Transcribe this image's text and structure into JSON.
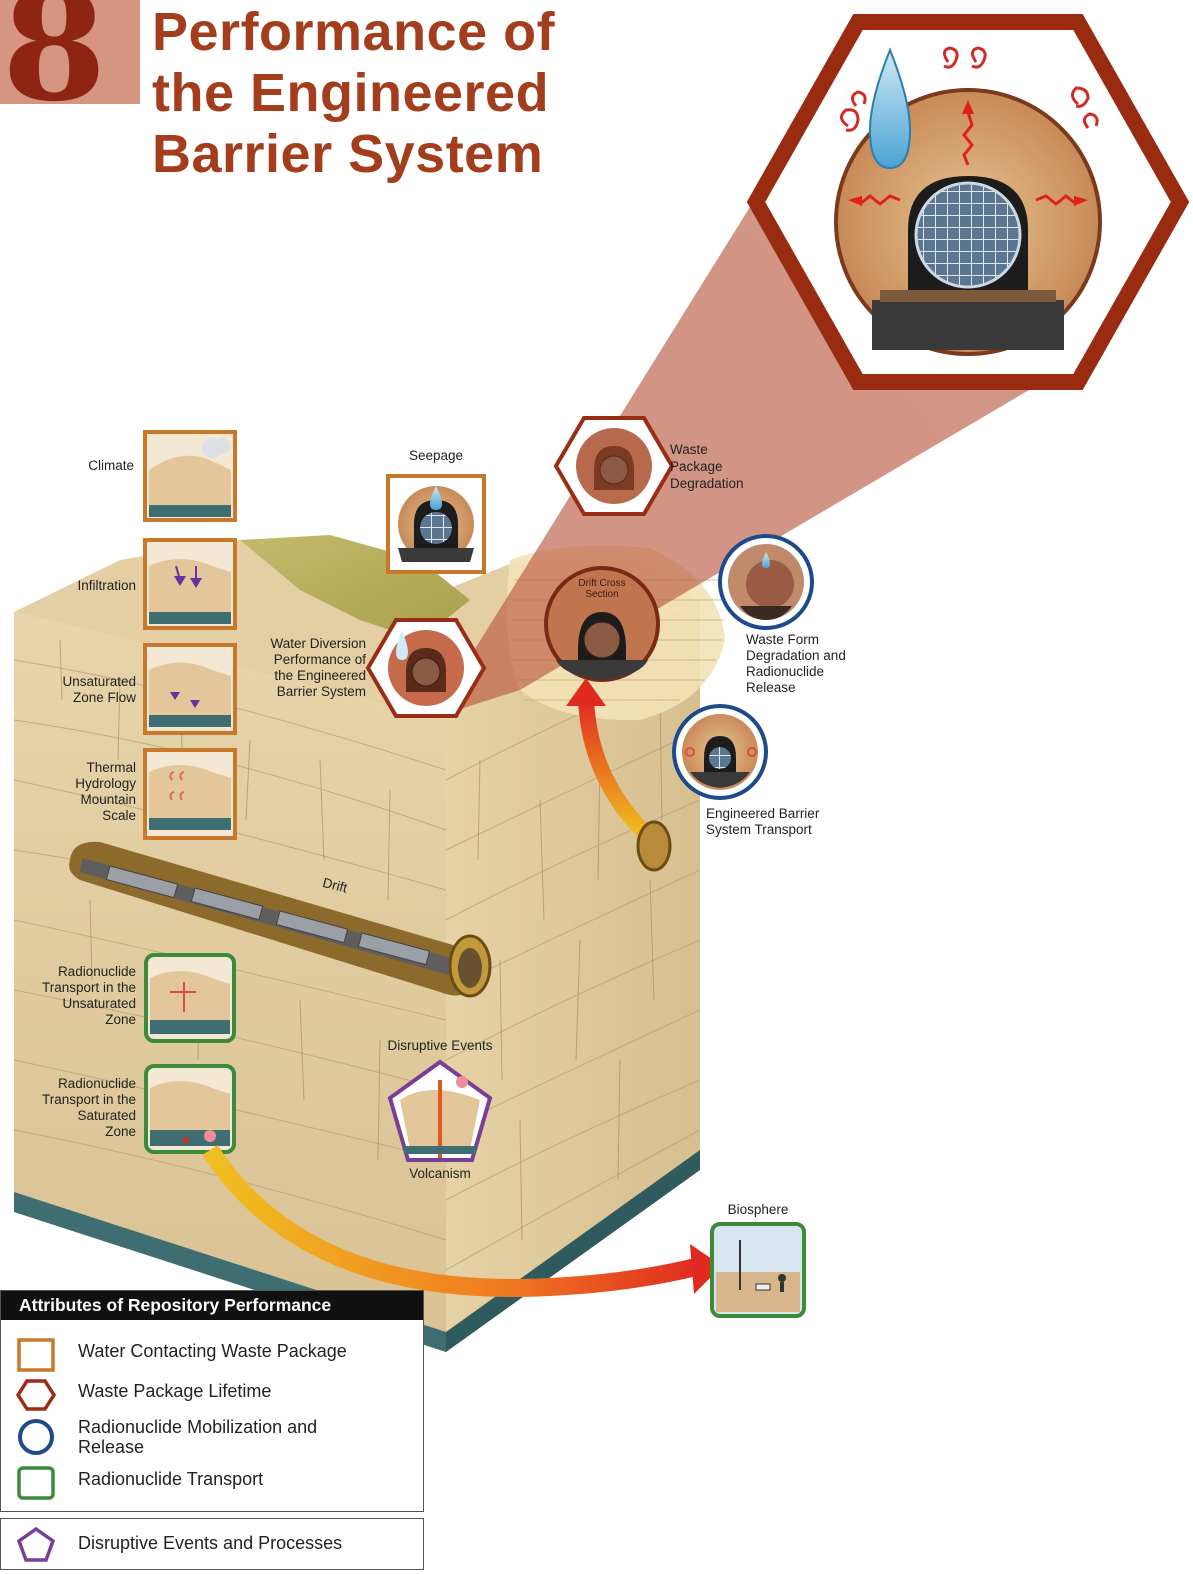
{
  "header": {
    "chapter_number": "8",
    "title": "Performance of\nthe Engineered\nBarrier System"
  },
  "labels": {
    "climate": "Climate",
    "infiltration": "Infiltration",
    "unsaturated_zone_flow": "Unsaturated\nZone Flow",
    "thermal_hydrology": "Thermal\nHydrology\nMountain\nScale",
    "seepage": "Seepage",
    "waste_package_degradation": "Waste\nPackage\nDegradation",
    "water_diversion": "Water Diversion\nPerformance of\nthe Engineered\nBarrier System",
    "drift_cross_section": "Drift Cross\nSection",
    "waste_form_degradation": "Waste Form\nDegradation and\nRadionuclide\nRelease",
    "ebs_transport": "Engineered Barrier\nSystem Transport",
    "drift": "Drift",
    "rn_transport_unsaturated": "Radionuclide\nTransport in the\nUnsaturated\nZone",
    "rn_transport_saturated": "Radionuclide\nTransport in the\nSaturated\nZone",
    "disruptive_events": "Disruptive Events",
    "volcanism": "Volcanism",
    "biosphere": "Biosphere"
  },
  "legend": {
    "header": "Attributes of Repository Performance",
    "items": [
      {
        "label": "Water Contacting Waste Package",
        "shape": "square",
        "color": "#c8782a"
      },
      {
        "label": "Waste Package Lifetime",
        "shape": "hexagon",
        "color": "#9a2d14"
      },
      {
        "label": "Radionuclide Mobilization and\nRelease",
        "shape": "circle",
        "color": "#1d4a8c"
      },
      {
        "label": "Radionuclide Transport",
        "shape": "square",
        "color": "#3c8a3a"
      }
    ],
    "extra": {
      "label": "Disruptive Events and Processes",
      "shape": "pentagon",
      "color": "#7a3d9a"
    }
  },
  "colors": {
    "title": "#a33d1c",
    "badge": "#d59580",
    "rock": "#e3cfa3",
    "water_table": "#3f6e72"
  }
}
